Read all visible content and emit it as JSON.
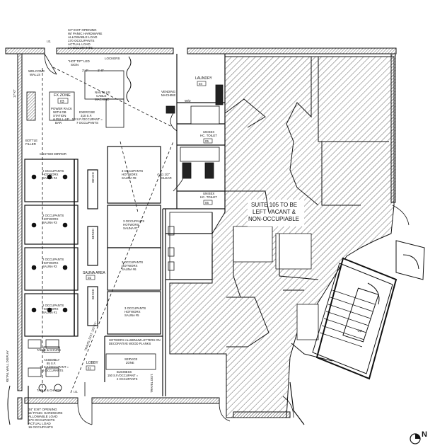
{
  "top_exit_note": [
    "34\" EXIT OPENING",
    "W/ PANIC HARDWARE",
    "ALLOWABLE LOAD",
    "170 OCCUPANTS",
    "ACTUAL LOAD",
    "14 OCCUPANTS"
  ],
  "bottom_exit_note": [
    "34\" EXIT OPENING",
    "W/ PANIC HARDWARE",
    "ALLOWABLE LOAD",
    "170 OCCUPANTS",
    "ACTUAL LOAD",
    "16 OCCUPANTS"
  ],
  "hot_tip_sign": [
    "\"HOT TIP\" LED",
    "SIGN"
  ],
  "lockers": "LOCKERS",
  "wellcome_walls": [
    "WELCOME",
    "WALLS"
  ],
  "fx_zone": {
    "label": "FX ZONE",
    "number": "03"
  },
  "power_rack": [
    "POWER RACK",
    "WITH DB",
    "STATION",
    "& PULL-UP",
    "BAR"
  ],
  "nautilus": [
    "NAUTILUS",
    "CABLE",
    "MACHINE"
  ],
  "exercise": [
    "EXERCISE",
    "310 S.F.",
    "50 S.F./OCCUPANT =",
    "7 OCCUPANTS"
  ],
  "bottle_fill": [
    "BOTTLE",
    "FILLER"
  ],
  "custom_mirror": "CUSTOM MIRROR",
  "vending": [
    "VENDING",
    "MACHINE"
  ],
  "laundry": {
    "label": "LAUNDRY",
    "number": "04"
  },
  "wd": "W/D",
  "toilet_upper": {
    "lines": [
      "UNISEX",
      "HC. TOILET"
    ],
    "number": "05"
  },
  "toilet_lower": {
    "lines": [
      "UNISEX",
      "HC. TOILET"
    ],
    "number": "06"
  },
  "clear_dim": [
    "4'-11 1/2\"",
    "CLEAR"
  ],
  "dims_top": [
    "2'-0\"",
    "2'-0\""
  ],
  "dim_left": "17'-0\"",
  "sauna_left": [
    {
      "occ": "2 OCCUPANTS",
      "name": "HOTWORX",
      "num": "SAUNA #4"
    },
    {
      "occ": "2 OCCUPANTS",
      "name": "HOTWORX",
      "num": "SAUNA #3"
    },
    {
      "occ": "2 OCCUPANTS",
      "name": "HOTWORX",
      "num": "SAUNA #2"
    },
    {
      "occ": "2 OCCUPANTS",
      "name": "HOTWORX",
      "num": "SAUNA #1"
    }
  ],
  "sauna_right": [
    {
      "occ": "3 OCCUPANTS",
      "name": "HOTWORX",
      "num": "SAUNA #8"
    },
    {
      "occ": "3 OCCUPANTS",
      "name": "HOTWORX",
      "num": "SAUNA #7"
    },
    {
      "occ": "3 OCCUPANTS",
      "name": "HOTWORX",
      "num": "SAUNA #6"
    },
    {
      "occ": "3 OCCUPANTS",
      "name": "HOTWORX",
      "num": "SAUNA #5"
    }
  ],
  "bench": "BENCH",
  "sauna_area": {
    "label": "SAUNA AREA",
    "number": "02"
  },
  "hotworx_letters": [
    "HOTWORX ALUMINUM LETTERS ON",
    "DECORATIVE WOOD PLANKS"
  ],
  "retail_wall": "RETAIL WALL DISPLAY",
  "table_chairs_upper": "TABLE & CHAIRS",
  "table_chairs_lower": "TABLE & CHAIRS",
  "assembly": [
    "ASSEMBLY",
    "85 S.F.",
    "15 S.F./OCCUPANT =",
    "6 OCCUPANTS"
  ],
  "lobby": {
    "label": "LOBBY",
    "number": "01"
  },
  "service_zone": [
    "SERVICE",
    "ZONE"
  ],
  "business": [
    "BUSINESS",
    "150 S.F./OCCUPANT =",
    "2 OCCUPANTS"
  ],
  "travel_dist": "TRAVEL DIST. 122'-11\"",
  "travel_dist2": "TRAVEL DIST.",
  "ie_bottom": "I.E.",
  "ie_top": "I.E.",
  "suite_note": [
    "SUITE 105 TO BE",
    "LEFT VACANT &",
    "NON-OCCUPIABLE"
  ],
  "stair_up": "UP",
  "north_label": "N"
}
